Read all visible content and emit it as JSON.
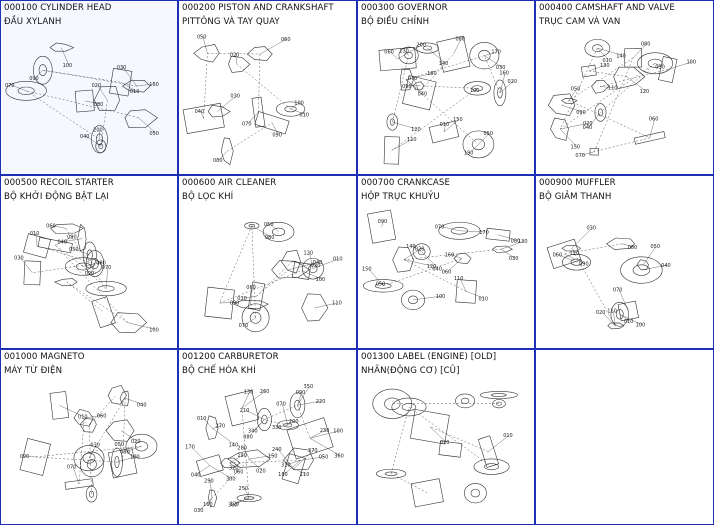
{
  "sections": [
    {
      "code_title": "000100 CYLINDER HEAD",
      "local_title": "ĐẦU XYLANH",
      "diagram_labels": [
        "150",
        "090",
        "010",
        "080",
        "100",
        "050",
        "070",
        "200",
        "040",
        "020",
        "030"
      ]
    },
    {
      "code_title": "000200 PISTON AND CRANKSHAFT",
      "local_title": "PITTÔNG VÀ TAY QUAY",
      "diagram_labels": [
        "010",
        "020",
        "030",
        "040",
        "050",
        "060",
        "070",
        "080",
        "090",
        "100"
      ]
    },
    {
      "code_title": "000300 GOVERNOR",
      "local_title": "BỘ ĐIỀU CHỈNH",
      "diagram_labels": [
        "010",
        "020",
        "030",
        "040",
        "050",
        "060",
        "070",
        "080",
        "090",
        "100",
        "110",
        "120",
        "130",
        "140",
        "150",
        "160",
        "170",
        "180",
        "190",
        "200"
      ]
    },
    {
      "code_title": "000400 CAMSHAFT AND VALVE",
      "local_title": "TRỤC CAM VÀ VAN",
      "diagram_labels": [
        "010",
        "020",
        "030",
        "040",
        "050",
        "060",
        "070",
        "080",
        "090",
        "100",
        "110",
        "120",
        "130",
        "140",
        "150"
      ]
    },
    {
      "code_title": "000500 RECOIL STARTER",
      "local_title": "BỘ KHỞI ĐỘNG BẬT LẠI",
      "diagram_labels": [
        "010",
        "020",
        "030",
        "040",
        "050",
        "060",
        "070",
        "080",
        "090",
        "100"
      ]
    },
    {
      "code_title": "000600 AIR CLEANER",
      "local_title": "BỘ LỌC KHÍ",
      "diagram_labels": [
        "010",
        "020",
        "030",
        "040",
        "050",
        "060",
        "070",
        "080",
        "090",
        "100",
        "110",
        "120"
      ]
    },
    {
      "code_title": "000700 CRANKCASE",
      "local_title": "HỘP TRỤC KHUỶU",
      "diagram_labels": [
        "010",
        "020",
        "030",
        "040",
        "050",
        "060",
        "070",
        "080",
        "090",
        "100",
        "110",
        "120",
        "130",
        "140",
        "150",
        "160",
        "170"
      ]
    },
    {
      "code_title": "000900 MUFFLER",
      "local_title": "BỘ GIẢM THANH",
      "diagram_labels": [
        "010",
        "020",
        "030",
        "040",
        "050",
        "060",
        "070",
        "080",
        "090",
        "100",
        "110",
        "120"
      ]
    },
    {
      "code_title": "001000 MAGNETO",
      "local_title": "MÁY TỪ ĐIỆN",
      "diagram_labels": [
        "010",
        "020",
        "030",
        "040",
        "050",
        "060",
        "070",
        "080",
        "090",
        "100"
      ]
    },
    {
      "code_title": "001200 CARBURETOR",
      "local_title": "BỘ CHẾ HÒA KHÍ",
      "diagram_labels": [
        "010",
        "020",
        "030",
        "040",
        "050",
        "060",
        "070",
        "080",
        "090",
        "100",
        "110",
        "120",
        "130",
        "140",
        "150",
        "160",
        "170",
        "180",
        "190",
        "200",
        "210",
        "220",
        "230",
        "240",
        "250",
        "260",
        "270",
        "280",
        "290",
        "300",
        "310",
        "320",
        "330",
        "340",
        "350",
        "360",
        "370",
        "380"
      ]
    },
    {
      "code_title": "001300 LABEL (ENGINE) [OLD]",
      "local_title": "NHÃN(ĐỘNG CƠ) [CŨ]",
      "diagram_labels": [
        "010",
        "020"
      ]
    }
  ],
  "colors": {
    "border": "#1d2fb5",
    "text": "#111111",
    "drawing": "#333333"
  }
}
